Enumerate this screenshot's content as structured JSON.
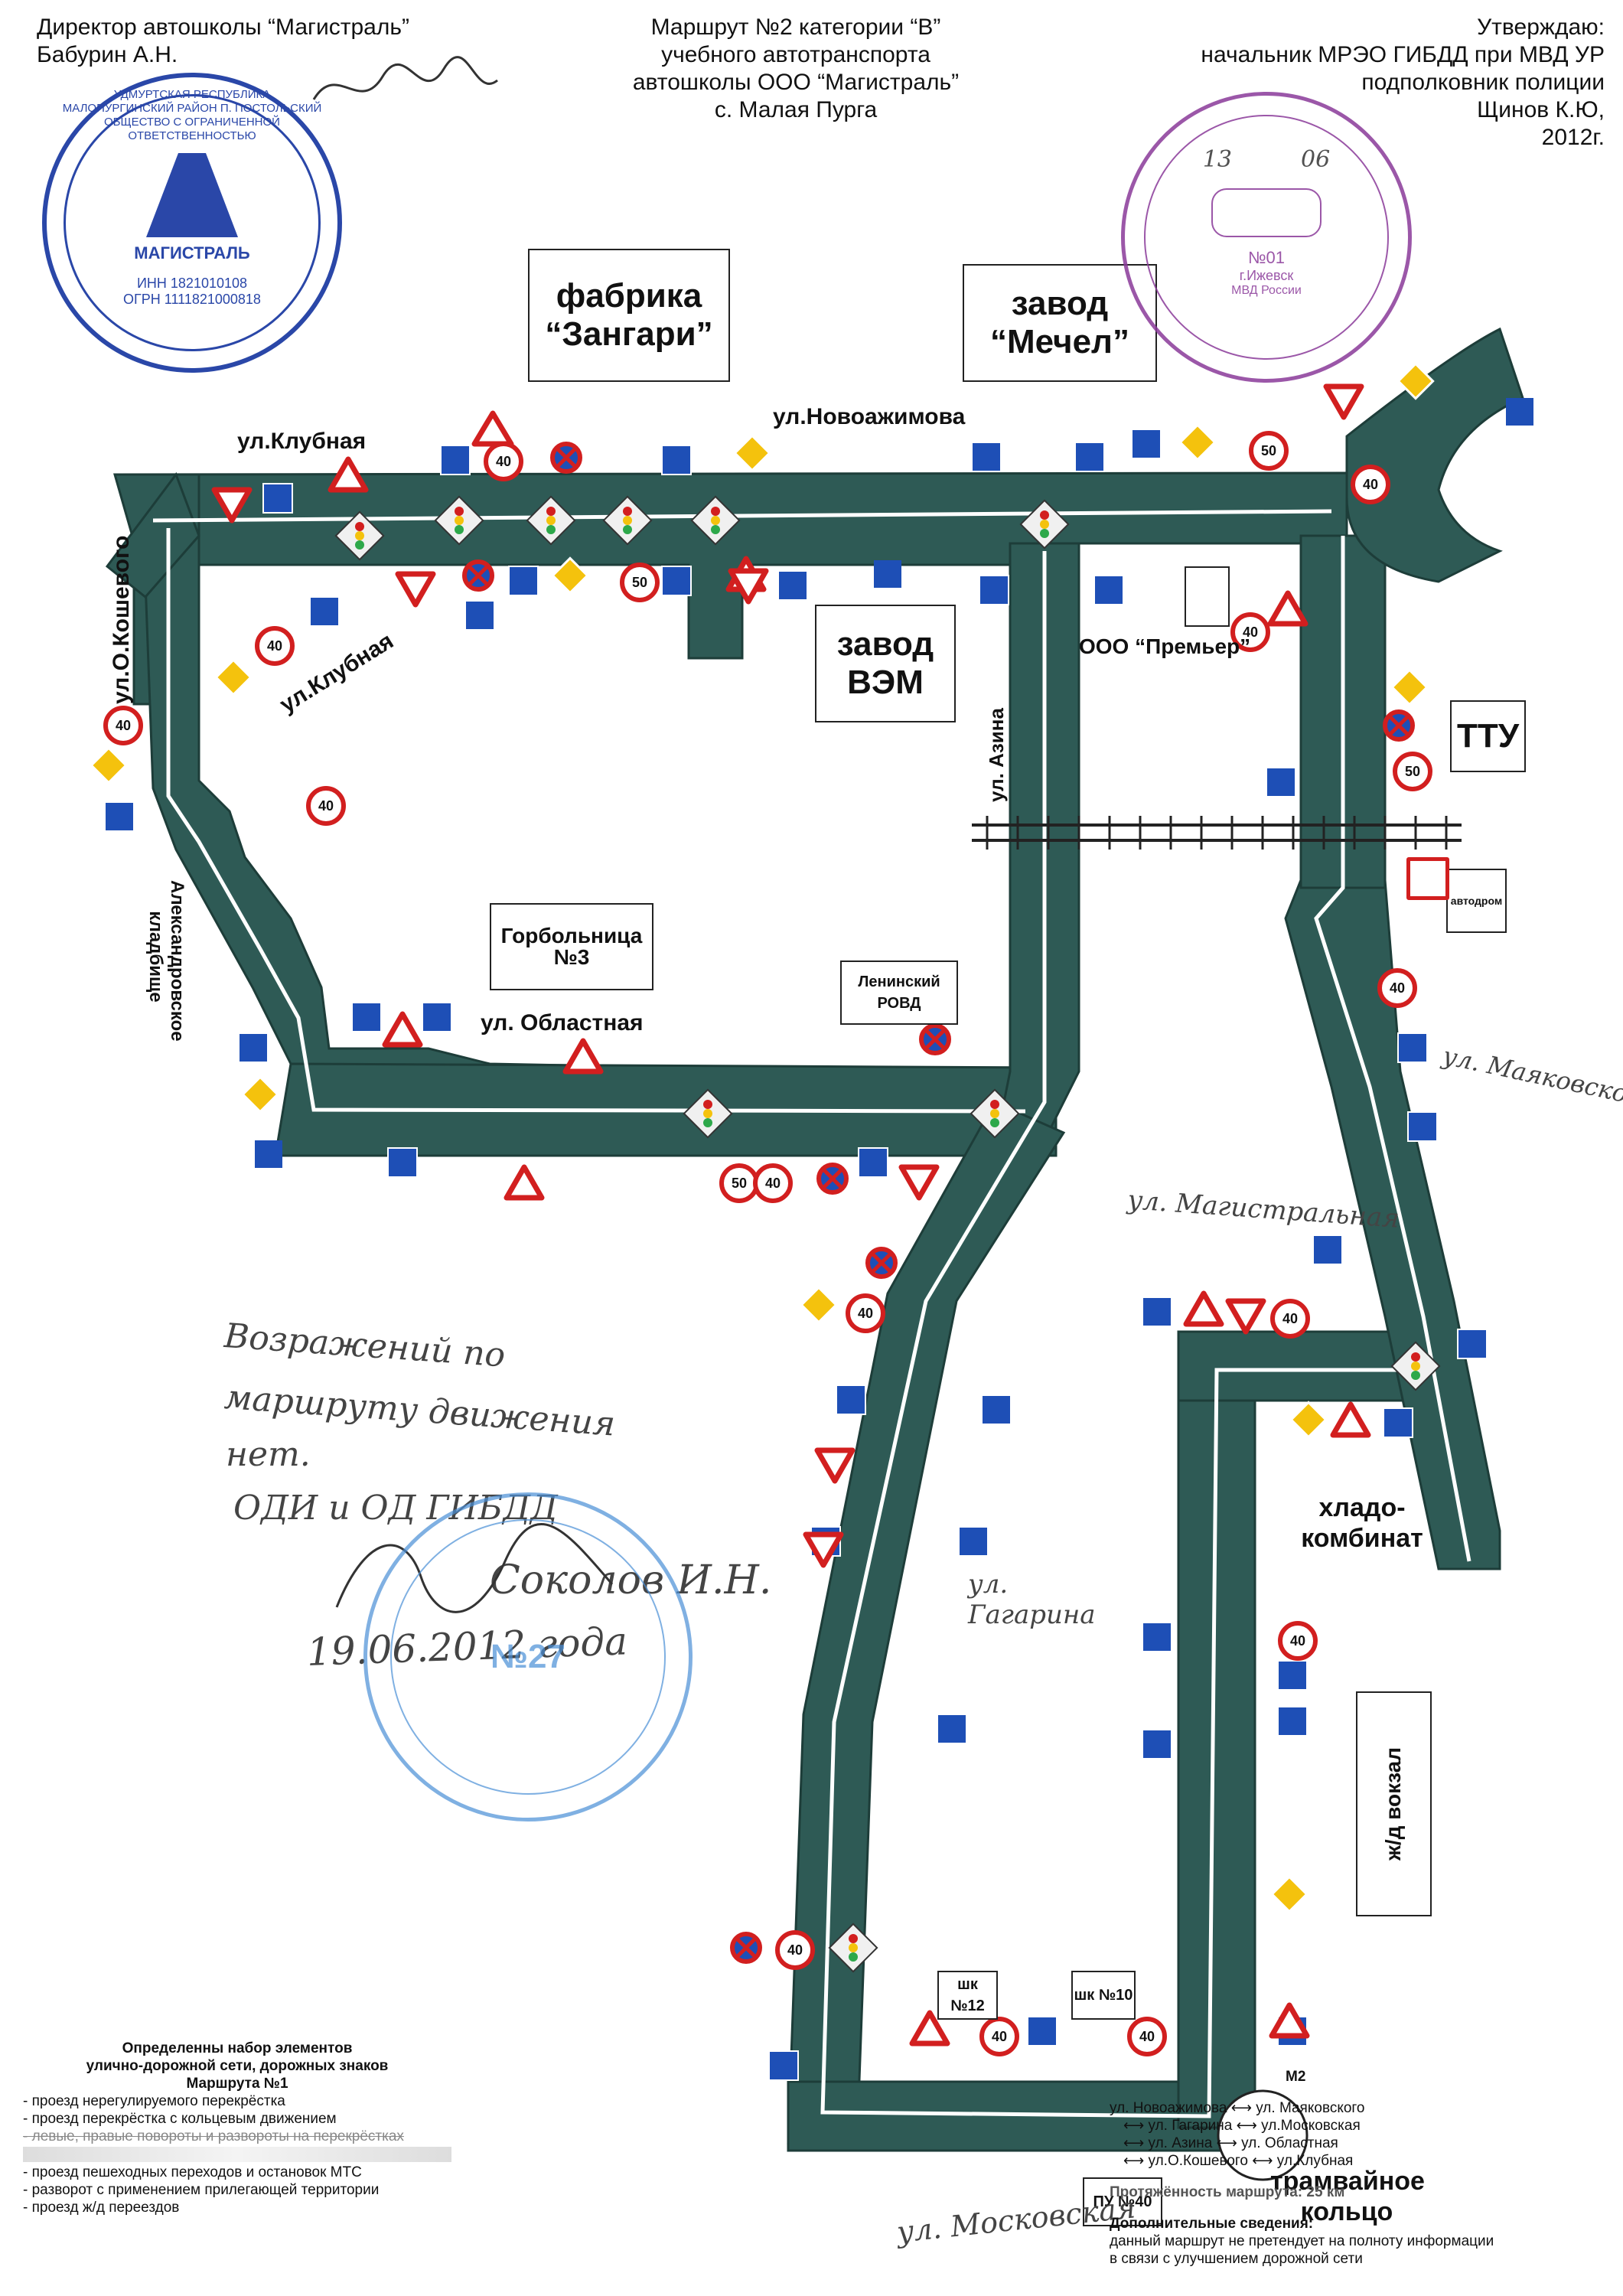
{
  "header": {
    "left": {
      "line1": "Директор автошколы “Магистраль”",
      "line2": "Бабурин А.Н."
    },
    "center": {
      "line1": "Маршрут №2 категории “В”",
      "line2": "учебного автотранспорта",
      "line3": "автошколы ООО “Магистраль”",
      "line4": "с. Малая Пурга"
    },
    "right": {
      "line1": "Утверждаю:",
      "line2": "начальник МРЭО ГИБДД при МВД УР",
      "line3": "подполковник полиции",
      "line4": "Щинов К.Ю,",
      "line5": "2012г."
    }
  },
  "stamp_left": {
    "ring_text": "УДМУРТСКАЯ РЕСПУБЛИКА МАЛОПУРГИНСКИЙ РАЙОН П. ПОСТОЛЬСКИЙ ОБЩЕСТВО С ОГРАНИЧЕННОЙ ОТВЕТСТВЕННОСТЬЮ",
    "center": "МАГИСТРАЛЬ",
    "inn": "ИНН 1821010108",
    "ogrn": "ОГРН 1111821000818",
    "color": "#2a47a8"
  },
  "stamp_right": {
    "date_day": "13",
    "date_month": "06",
    "center": "№01",
    "city": "г.Ижевск",
    "org": "МВД России",
    "color": "#8a3a9a"
  },
  "stamp_bottom": {
    "center": "№27",
    "color": "#4a8fd6"
  },
  "buildings": {
    "zangari": "фабрика “Зангари”",
    "mechel": "завод “Мечел”",
    "vem": "завод ВЭМ",
    "tty": "ТТУ",
    "avtodrom": "автодром",
    "gorbolnitsa": "Горбольница №3",
    "rovd": "Ленинский РОВД",
    "premier": "ООО “Премьер”",
    "khladokombinat": "хладо- комбинат",
    "vokzal": "ж/д вокзал",
    "shk12": "шк №12",
    "shk10": "шк №10",
    "pu40": "ПУ №40",
    "tram": "трамвайное кольцо"
  },
  "streets": {
    "klubnaya_top": "ул.Клубная",
    "novoazhimova": "ул.Новоажимова",
    "klubnaya_diag": "ул.Клубная",
    "koshevogo": "ул.О.Кошевого",
    "kladbishche": "Александровское кладбище",
    "azina": "ул. Азина",
    "oblastnaya": "ул. Областная"
  },
  "handwriting": {
    "mayakovskogo": "ул. Маяковского",
    "magistralnaya": "ул. Магистральная",
    "gagarina": "ул. Гагарина",
    "moskovskaya": "ул. Московская",
    "note1": "Возражений по",
    "note2": "маршруту движения",
    "note3": "нет.",
    "note4": "ОДИ и ОД     ГИБДД",
    "sign_name": "Соколов И.Н.",
    "sign_date": "19.06.2012 года"
  },
  "legend": {
    "title1": "Определенны набор элементов",
    "title2": "улично-дорожной сети, дорожных знаков",
    "title3": "Маршрута №1",
    "items": [
      "- проезд нерегулируемого перекрёстка",
      "- проезд перекрёстка с кольцевым движением",
      "- левые, правые повороты и развороты на перекрёстках",
      "- проезд пешеходных переходов и остановок МТС",
      "- разворот с применением прилегающей территории",
      "- проезд ж/д переездов"
    ]
  },
  "m2": {
    "title": "М2",
    "lines": [
      "ул. Новоажимова ⟷ ул. Маяковского",
      "⟷ ул. Гагарина ⟷ ул.Московская",
      "⟷ ул. Азина ⟷ ул. Областная",
      "⟷ ул.О.Кошевого ⟷ ул.Клубная"
    ],
    "length": "Протяжённость маршрута: 25 км",
    "extra_title": "Дополнительные сведения:",
    "extra1": "данный маршрут не претендует на полноту информации",
    "extra2": "в связи с улучшением дорожной сети"
  },
  "sign_values": {
    "s40": "40",
    "s50": "50"
  },
  "colors": {
    "road": "#2e5a55",
    "road_edge": "#1d3d39",
    "lane": "#ffffff",
    "info_blue": "#1e4fb6",
    "warn_red": "#d21f1f",
    "priority_yellow": "#f4c20d"
  }
}
